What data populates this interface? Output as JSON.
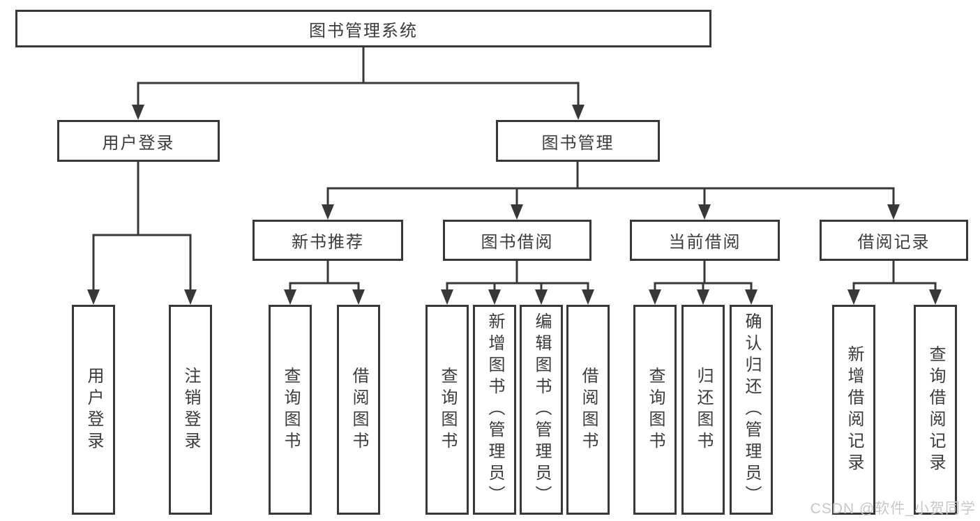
{
  "diagram": {
    "root": {
      "label": "图书管理系统",
      "user_login": {
        "label": "用户登录",
        "login": {
          "label": "用户登录"
        },
        "logout": {
          "label": "注销登录"
        }
      },
      "book_mgmt": {
        "label": "图书管理",
        "new_book_rec": {
          "label": "新书推荐",
          "query_book": {
            "label": "查询图书"
          },
          "borrow_book": {
            "label": "借阅图书"
          }
        },
        "book_borrow": {
          "label": "图书借阅",
          "query_book": {
            "label": "查询图书"
          },
          "add_book": {
            "label": "新增图书（管理员）"
          },
          "edit_book": {
            "label": "编辑图书（管理员）"
          },
          "borrow_book": {
            "label": "借阅图书"
          }
        },
        "current_borrow": {
          "label": "当前借阅",
          "query_book": {
            "label": "查询图书"
          },
          "return_book": {
            "label": "归还图书"
          },
          "confirm_return": {
            "label": "确认归还（管理员）"
          }
        },
        "borrow_records": {
          "label": "借阅记录",
          "add_record": {
            "label": "新增借阅记录"
          },
          "query_record": {
            "label": "查询借阅记录"
          }
        }
      }
    }
  },
  "watermark": {
    "text": "CSDN @软件_小贺同学"
  },
  "colors": {
    "line": "#383838",
    "text": "#3b3b3b",
    "background": "#ffffff",
    "watermark": "#cbc7c4"
  }
}
